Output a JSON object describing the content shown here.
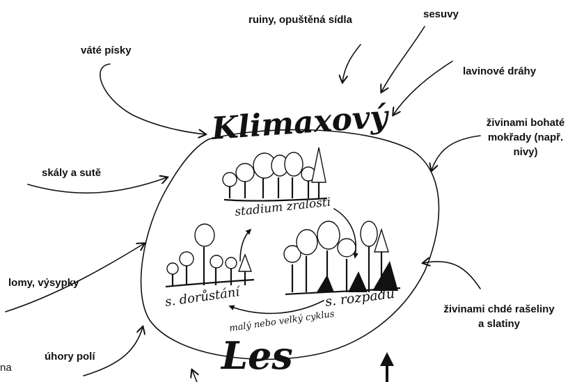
{
  "diagram": {
    "title_upper": "Klimaxový",
    "title_lower": "Les",
    "stages": {
      "maturity": "stadium zralosti",
      "growth": "s. dorůstání",
      "decay": "s. rozpadu"
    },
    "cycle_label": "malý nebo velký cyklus"
  },
  "labels": {
    "ruins": "ruiny, opuštěná sídla",
    "landslides": "sesuvy",
    "windblown_sands": "váté písky",
    "avalanche_paths": "lavinové dráhy",
    "rich_wetlands": "živinami bohaté mokřady (např. nivy)",
    "rocks": "skály a sutě",
    "quarries": "lomy, výsypky",
    "poor_peatlands": "živinami chdé rašeliny a slatiny",
    "fallow_fields": "úhory polí",
    "na_fragment": "na"
  }
}
